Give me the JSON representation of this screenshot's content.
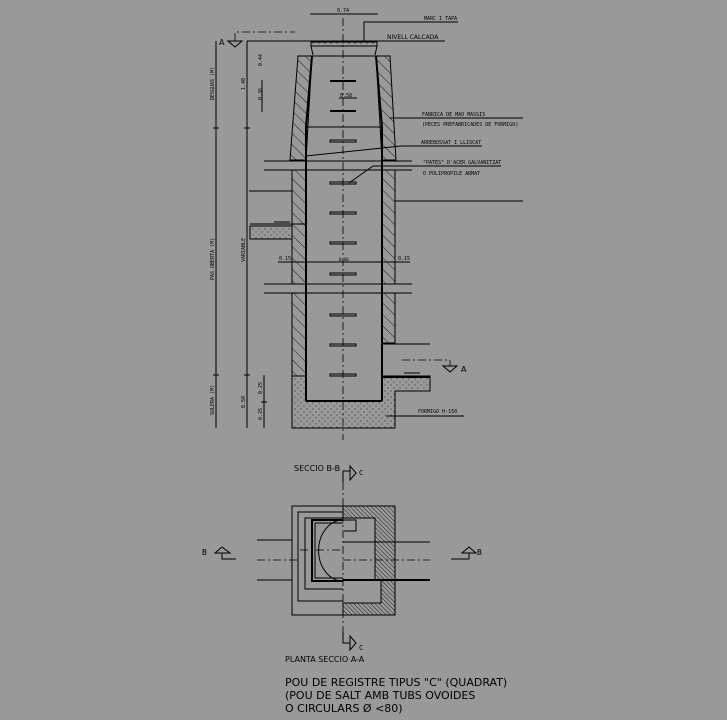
{
  "colors": {
    "background": "#999999",
    "lines": "#000000"
  },
  "section": {
    "top_width": "0.74",
    "inner_width": "0.58",
    "wall_left": "0.15",
    "wall_right": "0.15",
    "center_width": "0.80",
    "cone_dims": [
      "0.44",
      "0.36"
    ],
    "cone_total": "1.40",
    "variable": "VARIABLE",
    "base_dims": [
      "0.25",
      "0.25"
    ],
    "base_total": "0.50",
    "side_labels": [
      "DESGUAS (M)",
      "PAS OBERTA (M)",
      "SOLERA (M)"
    ],
    "section_marker": "A",
    "labels": {
      "frame": "MARC I TAPA",
      "ground": "NIVELL CALCADA",
      "brick": "FABRICA DE MAO MASSIS",
      "brick_sub": "(PECES PREFABRICADES DE FORMIGO)",
      "plaster": "ARREBOSSAT I LLISCAT",
      "rungs": "\"PATES\" D'ACER GALVANITZAT",
      "rungs_sub": "O POLIPROPILE ARMAT",
      "concrete": "FORMIGO H-150"
    }
  },
  "plan": {
    "section_bb": "SECCIO B-B",
    "marker_c": "C",
    "marker_b": "B",
    "caption": "PLANTA SECCIO A-A"
  },
  "title": {
    "line1": "POU DE REGISTRE TIPUS \"C\" (QUADRAT)",
    "line2": "(POU DE SALT AMB TUBS OVOIDES",
    "line3": "O CIRCULARS Ø <80)"
  }
}
